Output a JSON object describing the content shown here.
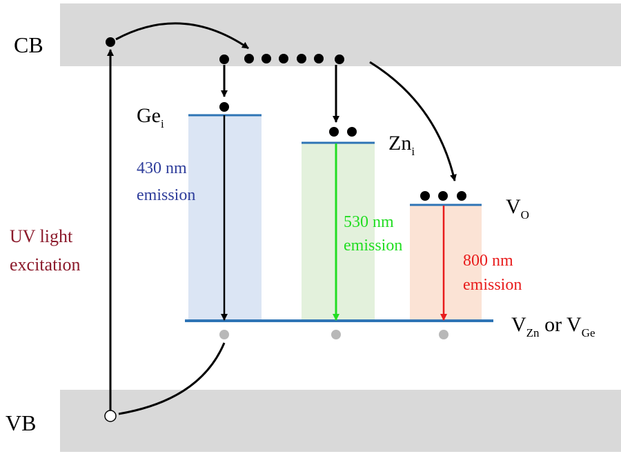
{
  "bands": {
    "cb_label": "CB",
    "vb_label": "VB"
  },
  "excitation": {
    "line1": "UV light",
    "line2": "excitation",
    "color": "#8b1a2b"
  },
  "levels": {
    "gei": {
      "main": "Ge",
      "sub": "i"
    },
    "zni": {
      "main": "Zn",
      "sub": "i"
    },
    "vo": {
      "main": "V",
      "sub": "O"
    },
    "acceptor": {
      "v1": "V",
      "s1": "Zn",
      "mid": " or ",
      "v2": "V",
      "s2": "Ge"
    }
  },
  "emissions": {
    "blue": {
      "line1": "430 nm",
      "line2": "emission",
      "color": "#2e3d9b",
      "fill": "#dbe5f4"
    },
    "green": {
      "line1": "530 nm",
      "line2": "emission",
      "color": "#22dd22",
      "fill": "#e3f1dc"
    },
    "red": {
      "line1": "800 nm",
      "line2": "emission",
      "color": "#e81c1c",
      "fill": "#fbe3d5"
    }
  },
  "colors": {
    "band": "#d9d9d9",
    "level_line": "#2e74b5",
    "electron": "#000000",
    "hole_gray": "#b8b8b8"
  }
}
